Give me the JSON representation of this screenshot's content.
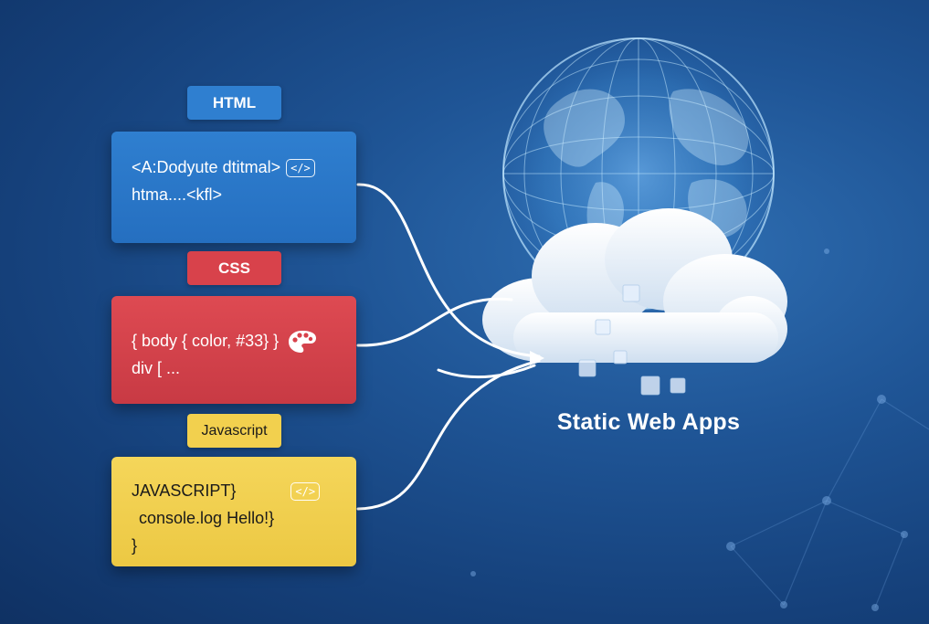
{
  "html": {
    "label": "HTML",
    "code_line1": "<A:Dodyute dtitmal>",
    "code_line2": "htma....<kfl>",
    "icon": "code-icon",
    "icon_glyph": "</>",
    "color": "#2f7fd0"
  },
  "css": {
    "label": "CSS",
    "code_line1": "{ body { color, #33} }",
    "code_line2": "div [ ...",
    "icon": "palette-icon",
    "color": "#d8424b"
  },
  "javascript": {
    "label": "Javascript",
    "code_line1": "JAVASCRIPT}",
    "code_line2": "console.log Hello!}",
    "code_line3": "}",
    "icon": "code-icon",
    "icon_glyph": "</>",
    "color": "#f2d04e"
  },
  "target": {
    "title": "Static Web Apps",
    "globe_icon": "globe-icon",
    "cloud_icon": "cloud-icon"
  }
}
